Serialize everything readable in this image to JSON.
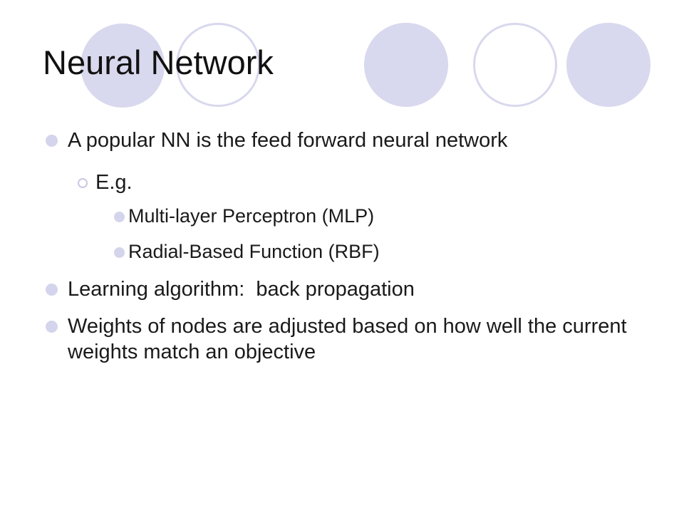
{
  "slide": {
    "title": "Neural Network",
    "bullets": [
      {
        "level": 1,
        "text": "A popular NN is the feed forward neural network"
      },
      {
        "level": 2,
        "text": "E.g."
      },
      {
        "level": 3,
        "text": "Multi-layer Perceptron (MLP)"
      },
      {
        "level": 3,
        "text": "Radial-Based Function (RBF)"
      },
      {
        "level": 1,
        "text": "Learning algorithm:  back propagation"
      },
      {
        "level": 1,
        "text": "Weights of nodes are adjusted based on how well the current weights match an objective"
      }
    ]
  },
  "colors": {
    "decoration": "#d8d8ee",
    "text": "#1a1a1a",
    "background": "#ffffff"
  }
}
